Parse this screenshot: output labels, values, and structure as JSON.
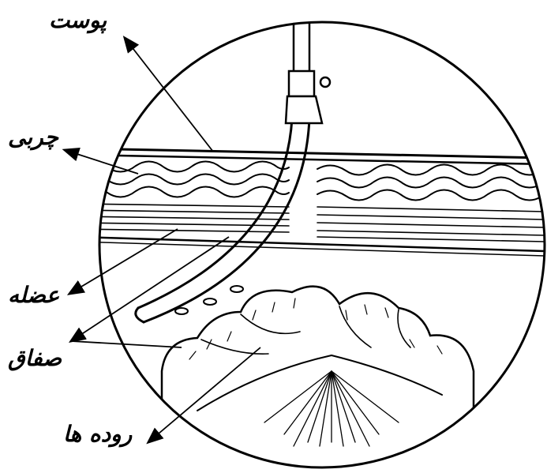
{
  "labels": {
    "skin": "پوست",
    "fat": "چربی",
    "muscle": "عضله",
    "peritoneum": "صفاق",
    "intestines": "روده ها"
  },
  "colors": {
    "ink": "#000000",
    "paper": "#ffffff"
  }
}
